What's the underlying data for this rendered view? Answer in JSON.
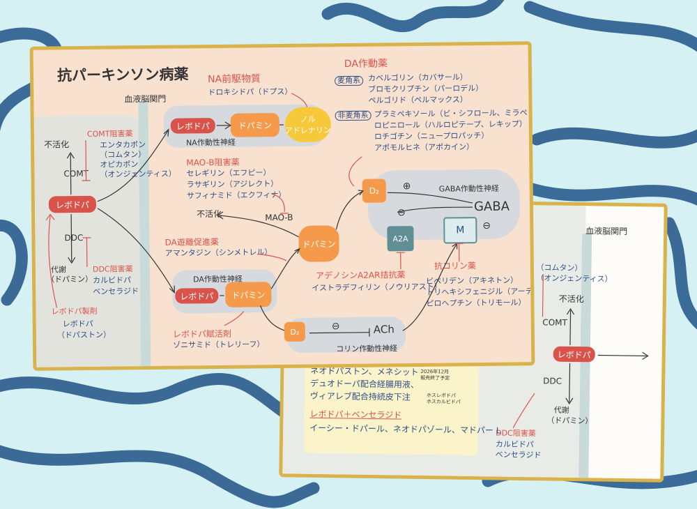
{
  "front": {
    "title": "抗パーキンソン病薬",
    "bbb_label": "血液脳関門",
    "left": {
      "inactive": "不活化",
      "comt": "COMT",
      "comt_inhibitor_title": "COMT阻害薬",
      "comt_drugs": [
        "エンタカポン",
        "（コムタン）",
        "オピカポン",
        "（オンジェンティス）"
      ],
      "levodopa": "レボドパ",
      "ddc": "DDC",
      "metabolism": [
        "代謝",
        "（ドパミン）"
      ],
      "ddc_inhibitor_title": "DDC阻害薬",
      "ddc_drugs": [
        "カルビドパ",
        "ベンセラジド"
      ],
      "levodopa_prep_title": "レボドパ製剤",
      "levodopa_prep_drugs": [
        "レボドパ",
        "（ドパストン）"
      ]
    },
    "na": {
      "precursor_title": "NA前駆物質",
      "precursor_drug": "ドロキシドパ（ドプス）",
      "levodopa": "レボドパ",
      "dopamine": "ドパミン",
      "noradrenaline": [
        "ノル",
        "アドレナリン"
      ],
      "neuron_label": "NA作動性神経"
    },
    "maob": {
      "title": "MAO-B阻害薬",
      "drugs": [
        "セレギリン（エフピー）",
        "ラサギリン（アジレクト）",
        "サフィナミド（エクフィナ）"
      ],
      "enzyme": "MAO-B",
      "inactive": "不活化"
    },
    "da_release": {
      "title": "DA遊離促進薬",
      "drug": "アマンタジン（シンメトレル）"
    },
    "da_neuron": {
      "label": "DA作動性神経",
      "levodopa": "レボドパ",
      "dopamine": "ドパミン"
    },
    "levodopa_enhancer": {
      "title": "レボドパ賦活剤",
      "drug": "ゾニサミド（トレリーフ）"
    },
    "center_dopamine": "ドパミン",
    "agonists": {
      "title": "DA作動薬",
      "ergot_label": "麦角系",
      "ergot_drugs": [
        "カベルゴリン（カバサール）",
        "ブロモクリプチン（パーロデル）",
        "ペルゴリド（ペルマックス）"
      ],
      "nonergot_label": "非麦角系",
      "nonergot_drugs": [
        "プラミペキソール（ビ・シフロール、ミラペックス）",
        "ロピニロール（ハルロピテープ、レキップ）",
        "ロチゴチン（ニュープロパッチ）",
        "アポモルヒネ（アポカイン）"
      ]
    },
    "receptors": {
      "d2": "D₂",
      "plus": "⊕",
      "gaba_neuron": "GABA作動性神経",
      "gaba": "GABA",
      "minus": "⊖",
      "a2a": "A2A",
      "m": "M",
      "m_minus": "⊖"
    },
    "a2a_antagonist": {
      "title": "アデノシンA2AR拮抗薬",
      "drug": "イストラデフィリン（ノウリアスト）"
    },
    "anticholinergic": {
      "title": "抗コリン薬",
      "drugs": [
        "ビペリデン（アキネトン）",
        "トリヘキシフェニジル（アーテン）",
        "ピロヘプチン（トリモール）"
      ]
    },
    "cholinergic": {
      "d2": "D₂",
      "minus": "⊖",
      "ach": "ACh",
      "label": "コリン作動性神経"
    }
  },
  "back": {
    "bbb_label": "血液脳関門",
    "comt_drugs_partial": [
      "（コムタン）",
      "（オンジェンティス）"
    ],
    "inactive": "不活化",
    "comt": "COMT",
    "levodopa": "レボドパ",
    "ddc": "DDC",
    "metabolism": [
      "代謝",
      "（ドパミン）"
    ],
    "ddc_inhibitor_title": "DDC阻害薬",
    "ddc_drugs": [
      "カルビドパ",
      "ベンセラジド"
    ],
    "notes": {
      "line1": "ネオドパストン、メネシット",
      "note1": [
        "2026年12月",
        "販売終了予定"
      ],
      "line2": "デュオドーパ配合経腸用液、",
      "line3": "ヴィアレブ配合持続皮下注",
      "note2": [
        "ホスレボドパ",
        "ホスカルビドパ"
      ],
      "title2": "レボドパ＋ベンセラジド",
      "line4": "イーシー・ドパール、ネオドパゾール、マドパー L"
    }
  },
  "colors": {
    "background": "#d6f1f4",
    "ribbon": "#2e5f8f",
    "frame": "#d9b24a",
    "card_front": "#f9e1d0",
    "red": "#d9534a",
    "blue": "#2d4f86",
    "orange": "#f49a4a",
    "yellow": "#f7c83a",
    "gray_zone": "#d6d9de",
    "teal": "#5f8f95"
  }
}
